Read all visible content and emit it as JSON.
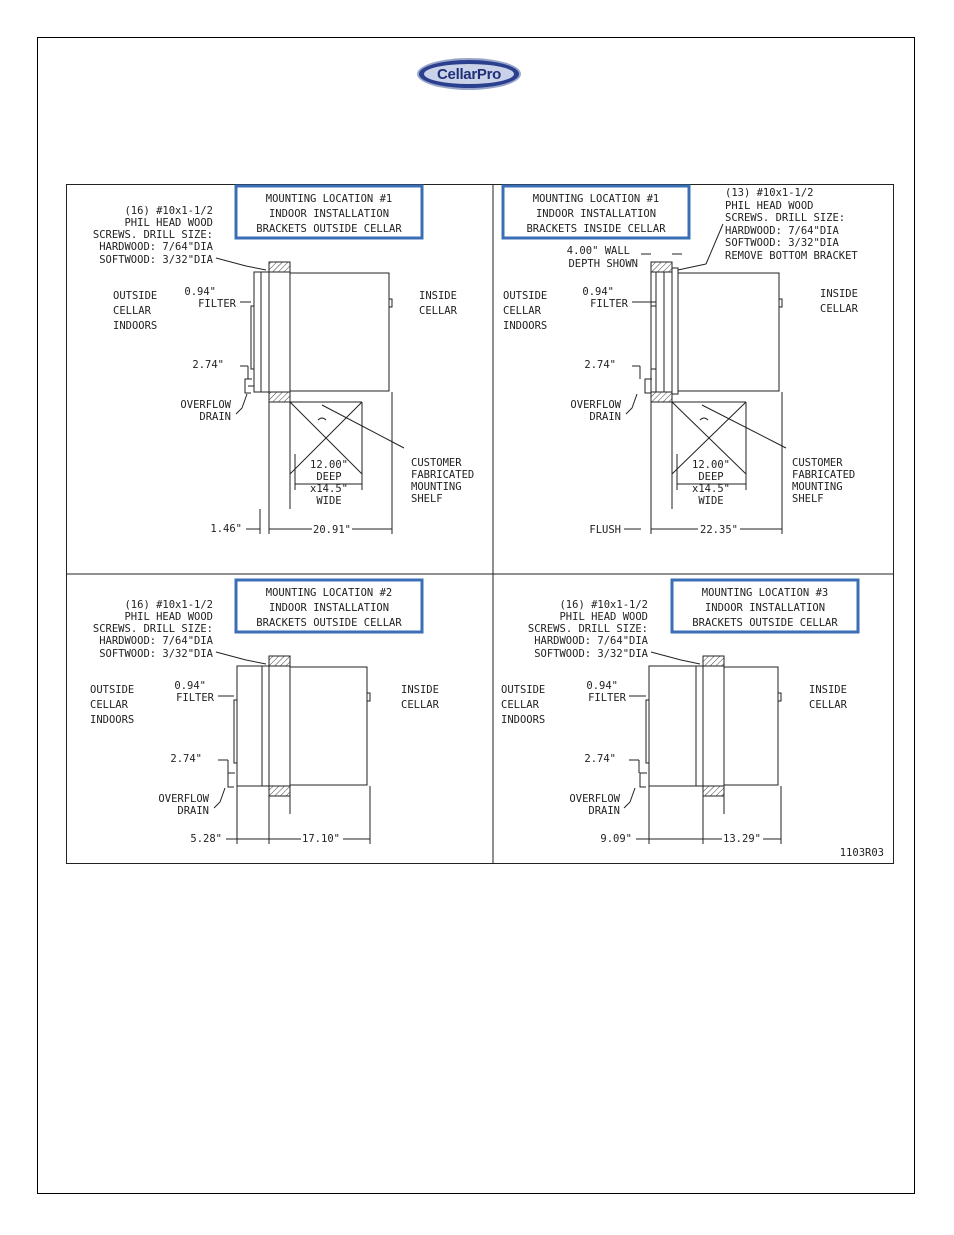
{
  "logo": {
    "text": "CellarPro"
  },
  "colors": {
    "title_box_border": "#3a6fb5",
    "line": "#222222",
    "logo_fill": "#2b3f8f"
  },
  "panels": {
    "p1": {
      "title": [
        "MOUNTING LOCATION #1",
        "INDOOR INSTALLATION",
        "BRACKETS OUTSIDE CELLAR"
      ],
      "screws": [
        "(16) #10x1-1/2",
        "PHIL HEAD WOOD",
        "SCREWS. DRILL SIZE:",
        "HARDWOOD: 7/64\"DIA",
        "SOFTWOOD: 3/32\"DIA"
      ],
      "outside": [
        "OUTSIDE",
        "CELLAR",
        "INDOORS"
      ],
      "inside": [
        "INSIDE",
        "CELLAR"
      ],
      "filter": [
        "0.94\"",
        "FILTER"
      ],
      "dim_274": "2.74\"",
      "overflow": [
        "OVERFLOW",
        "DRAIN"
      ],
      "shelf_dims": [
        "12.00\"",
        "DEEP",
        "x14.5\"",
        "WIDE"
      ],
      "shelf": [
        "CUSTOMER",
        "FABRICATED",
        "MOUNTING",
        "SHELF"
      ],
      "dim_left": "1.46\"",
      "dim_right": "20.91\""
    },
    "p2": {
      "title": [
        "MOUNTING LOCATION #1",
        "INDOOR INSTALLATION",
        "BRACKETS INSIDE CELLAR"
      ],
      "screws": [
        "(13) #10x1-1/2",
        "PHIL HEAD WOOD",
        "SCREWS. DRILL SIZE:",
        "HARDWOOD: 7/64\"DIA",
        "SOFTWOOD: 3/32\"DIA",
        "REMOVE BOTTOM BRACKET"
      ],
      "wall": [
        "4.00\" WALL",
        "DEPTH SHOWN"
      ],
      "outside": [
        "OUTSIDE",
        "CELLAR",
        "INDOORS"
      ],
      "inside": [
        "INSIDE",
        "CELLAR"
      ],
      "filter": [
        "0.94\"",
        "FILTER"
      ],
      "dim_274": "2.74\"",
      "overflow": [
        "OVERFLOW",
        "DRAIN"
      ],
      "shelf_dims": [
        "12.00\"",
        "DEEP",
        "x14.5\"",
        "WIDE"
      ],
      "shelf": [
        "CUSTOMER",
        "FABRICATED",
        "MOUNTING",
        "SHELF"
      ],
      "dim_left": "FLUSH",
      "dim_right": "22.35\""
    },
    "p3": {
      "title": [
        "MOUNTING LOCATION #2",
        "INDOOR INSTALLATION",
        "BRACKETS OUTSIDE CELLAR"
      ],
      "screws": [
        "(16) #10x1-1/2",
        "PHIL HEAD WOOD",
        "SCREWS. DRILL SIZE:",
        "HARDWOOD: 7/64\"DIA",
        "SOFTWOOD: 3/32\"DIA"
      ],
      "outside": [
        "OUTSIDE",
        "CELLAR",
        "INDOORS"
      ],
      "inside": [
        "INSIDE",
        "CELLAR"
      ],
      "filter": [
        "0.94\"",
        "FILTER"
      ],
      "dim_274": "2.74\"",
      "overflow": [
        "OVERFLOW",
        "DRAIN"
      ],
      "dim_left": "5.28\"",
      "dim_right": "17.10\""
    },
    "p4": {
      "title": [
        "MOUNTING LOCATION #3",
        "INDOOR INSTALLATION",
        "BRACKETS OUTSIDE CELLAR"
      ],
      "screws": [
        "(16) #10x1-1/2",
        "PHIL HEAD WOOD",
        "SCREWS. DRILL SIZE:",
        "HARDWOOD: 7/64\"DIA",
        "SOFTWOOD: 3/32\"DIA"
      ],
      "outside": [
        "OUTSIDE",
        "CELLAR",
        "INDOORS"
      ],
      "inside": [
        "INSIDE",
        "CELLAR"
      ],
      "filter": [
        "0.94\"",
        "FILTER"
      ],
      "dim_274": "2.74\"",
      "overflow": [
        "OVERFLOW",
        "DRAIN"
      ],
      "dim_left": "9.09\"",
      "dim_right": "13.29\""
    }
  },
  "drawing_number": "1103R03"
}
